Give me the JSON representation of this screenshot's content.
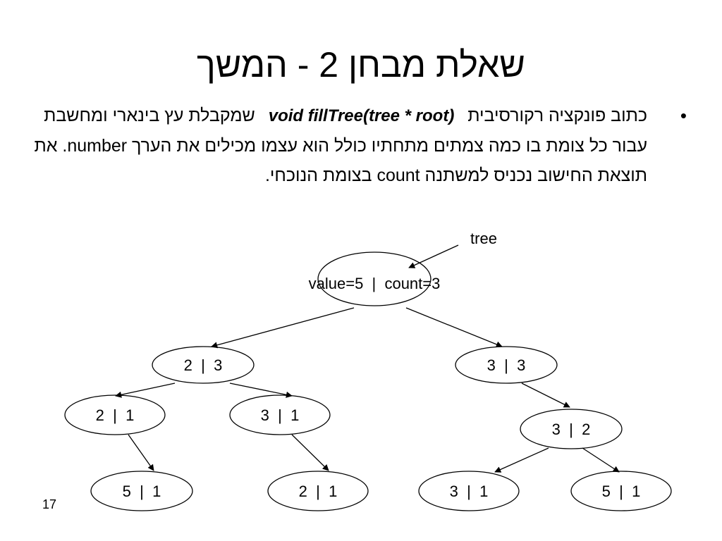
{
  "slide": {
    "title": "שאלת מבחן 2 - המשך",
    "bullet": "•",
    "text": {
      "part1": "כתוב פונקציה רקורסיבית ",
      "code": "void fillTree(tree * root)",
      "part2": " שמקבלת עץ בינארי ומחשבת עבור כל צומת בו כמה צמתים מתחתיו כולל הוא עצמו מכילים את הערך ",
      "term_number": "number",
      "part3": ". את תוצאת החישוב נכניס למשתנה ",
      "term_count": "count",
      "part4": " בצומת הנוכחי."
    },
    "page_number": "17"
  },
  "diagram": {
    "pointer_label": "tree",
    "nodes": [
      {
        "id": "root",
        "label": "value=5  |  count=3"
      },
      {
        "id": "l",
        "label": "2  |  3"
      },
      {
        "id": "r",
        "label": "3  |  3"
      },
      {
        "id": "ll",
        "label": "2  |  1"
      },
      {
        "id": "lr",
        "label": "3  |  1"
      },
      {
        "id": "rc",
        "label": "3  |  2"
      },
      {
        "id": "lll",
        "label": "5  |  1"
      },
      {
        "id": "lrc",
        "label": "2  |  1"
      },
      {
        "id": "rcl",
        "label": "3  |  1"
      },
      {
        "id": "rcr",
        "label": "5  |  1"
      }
    ]
  }
}
